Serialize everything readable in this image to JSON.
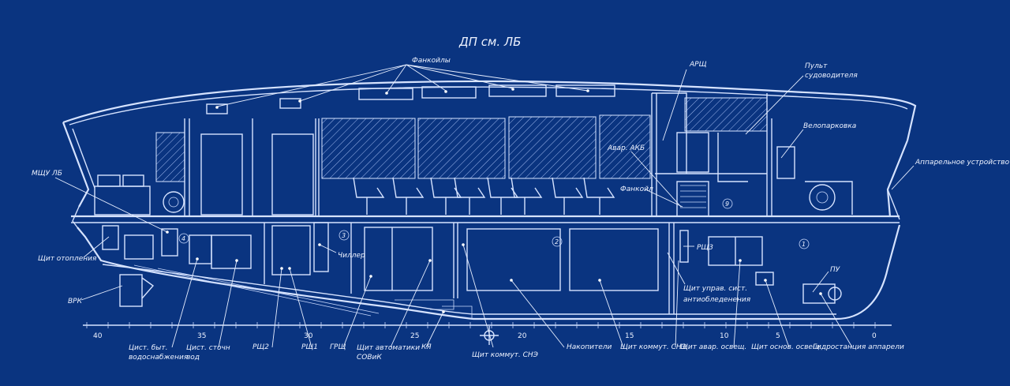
{
  "title": "ДП см. ЛБ",
  "labels": {
    "fankoily_top": "Фанкойлы",
    "arsh": "АРЩ",
    "pult_line1": "Пульт",
    "pult_line2": "судоводителя",
    "veloparkovka": "Велопарковка",
    "apparel_ustr": "Аппарельное устройство",
    "mshu_lb": "МЩУ ЛБ",
    "avar_akb": "Авар. АКБ",
    "fankoil": "Фанкойл",
    "chiller": "Чиллер",
    "rsh3": "РЩ3",
    "pu": "ПУ",
    "shit_otopleniya": "Щит отопления",
    "vrk": "ВРК",
    "shit_uprav_line1": "Щит управ. сист.",
    "shit_uprav_line2": "антиобледенения",
    "tsist_vyt_line1": "Цист. быт.",
    "tsist_vyt_line2": "водоснабжения",
    "tsist_stoch_line1": "Цист. сточн",
    "tsist_stoch_line2": "вод",
    "rsh2": "РЩ2",
    "rsh1": "РЩ1",
    "grsh": "ГРЩ",
    "shit_avtom_line1": "Щит автоматики",
    "shit_avtom_line2": "СОВиК",
    "kya": "КЯ",
    "shit_kommut_sne_a": "Щит коммут. СНЭ",
    "nakopiteli": "Накопители",
    "shit_kommut_sne_b": "Щит коммут. СНЭ",
    "shit_avar_osv": "Щит авар. освещ.",
    "shit_osn_osv": "Щит основ. освещ.",
    "gidrostanciya": "Гидростанция аппарели"
  },
  "compartments": [
    "1",
    "2",
    "3",
    "4",
    "9"
  ],
  "frame_scale": [
    "40",
    "35",
    "30",
    "25",
    "20",
    "15",
    "10",
    "5",
    "0"
  ],
  "colors": {
    "background": "#0a3480",
    "line": "#d6e3ff"
  }
}
